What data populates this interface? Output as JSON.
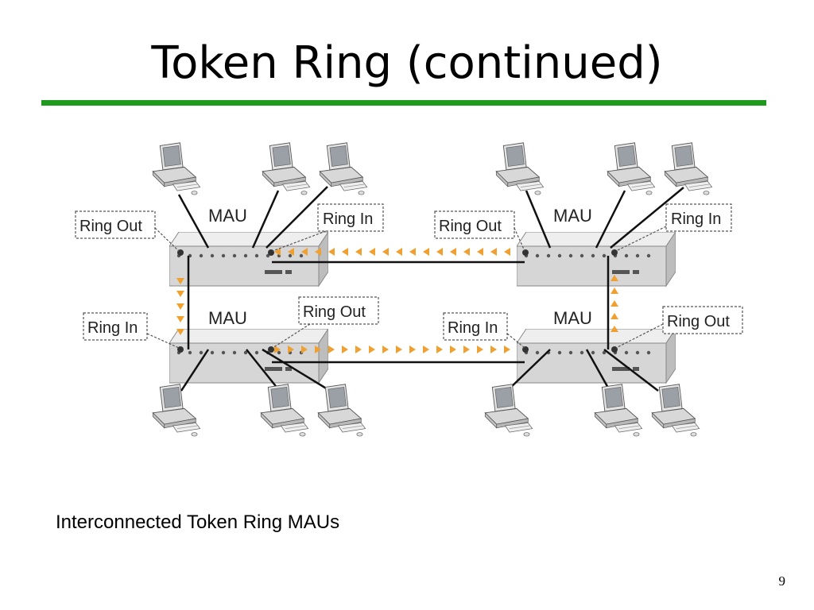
{
  "slide": {
    "title": "Token Ring (continued)",
    "caption": "Interconnected Token Ring MAUs",
    "page_number": "9"
  },
  "diagram": {
    "nodes": [
      {
        "id": "mau-top-left",
        "label": "MAU",
        "ring_out": "Ring Out",
        "ring_in": "Ring In"
      },
      {
        "id": "mau-top-right",
        "label": "MAU",
        "ring_out": "Ring Out",
        "ring_in": "Ring In"
      },
      {
        "id": "mau-bottom-left",
        "label": "MAU",
        "ring_in": "Ring In",
        "ring_out": "Ring Out"
      },
      {
        "id": "mau-bottom-right",
        "label": "MAU",
        "ring_in": "Ring In",
        "ring_out": "Ring Out"
      }
    ],
    "edges": [
      {
        "from": "mau-top-right",
        "to": "mau-top-left"
      },
      {
        "from": "mau-top-left",
        "to": "mau-bottom-left"
      },
      {
        "from": "mau-bottom-left",
        "to": "mau-bottom-right"
      },
      {
        "from": "mau-bottom-right",
        "to": "mau-top-right"
      }
    ],
    "computers_per_mau": 3
  },
  "colors": {
    "title_rule": "#1f9a1f",
    "token_arrow": "#f0a030",
    "mau_body": "#d6d6d6",
    "cable": "#111111"
  }
}
